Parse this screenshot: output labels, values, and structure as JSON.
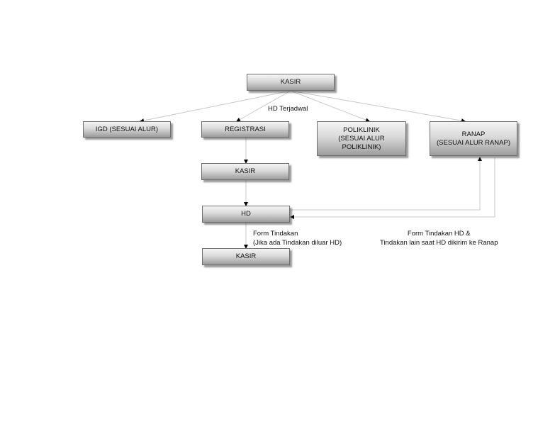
{
  "nodes": {
    "kasir_top": "KASIR",
    "igd": "IGD (SESUAI ALUR)",
    "registrasi": "REGISTRASI",
    "poliklinik": "POLIKLINIK\n(SESUAI ALUR\nPOLIKLINIK)",
    "ranap": "RANAP\n(SESUAI ALUR RANAP)",
    "kasir_mid": "KASIR",
    "hd": "HD",
    "kasir_bottom": "KASIR"
  },
  "labels": {
    "hd_terjadwal": "HD Terjadwal",
    "form_tindakan": "Form Tindakan\n(Jika ada Tindakan diluar HD)",
    "form_tindakan_hd": "Form Tindakan HD &\nTindakan lain saat HD dikirim ke Ranap"
  },
  "colors": {
    "node_border": "#6e6e6e",
    "connector": "#c8c8c8",
    "arrowhead": "#000000"
  }
}
